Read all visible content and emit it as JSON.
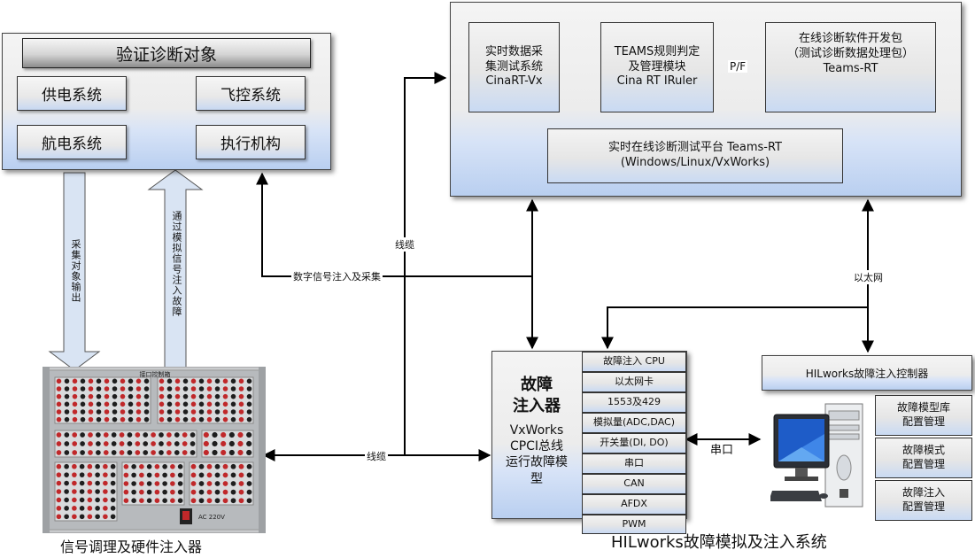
{
  "target_panel": {
    "title": "验证诊断对象",
    "items": [
      "供电系统",
      "飞控系统",
      "航电系统",
      "执行机构"
    ]
  },
  "teams_platform": {
    "modules": [
      "实时数据采\n集测试系统\nCinaRT-Vx",
      "TEAMS规则判定\n及管理模块\nCina RT IRuler",
      "在线诊断软件开发包\n（测试诊断数据处理包）\nTeams-RT"
    ],
    "pf_label": "P/F",
    "platform_label": "实时在线诊断测试平台 Teams-RT\n(Windows/Linux/VxWorks)"
  },
  "fault_injector": {
    "title": "故障\n注入器",
    "subtitle": "VxWorks\nCPCI总线\n运行故障模\n型",
    "modules": [
      "故障注入 CPU",
      "以太网卡",
      "1553及429",
      "模拟量(ADC,DAC)",
      "开关量(DI, DO)",
      "串口",
      "CAN",
      "AFDX",
      "PWM"
    ]
  },
  "controller": {
    "title": "HILworks故障注入控制器",
    "config_items": [
      "故障模型库\n配置管理",
      "故障模式\n配置管理",
      "故障注入\n配置管理"
    ]
  },
  "hardware_panel": {
    "header": "接口控制箱",
    "caption": "信号调理及硬件注入器"
  },
  "system_caption": "HILworks故障模拟及注入系统",
  "connections": {
    "collect_output": "采集对象输出",
    "analog_inject": "通过模拟信号注入故障",
    "digital_inject": "数字信号注入及采集",
    "cable_top": "线缆",
    "cable_bottom": "线缆",
    "ethernet": "以太网",
    "serial": "串口"
  },
  "colors": {
    "box_gradient_top": "#f4f4f4",
    "box_gradient_bottom": "#b9cff0",
    "line": "#000000",
    "hollow_arrow_fill": "#d9e4f3"
  }
}
